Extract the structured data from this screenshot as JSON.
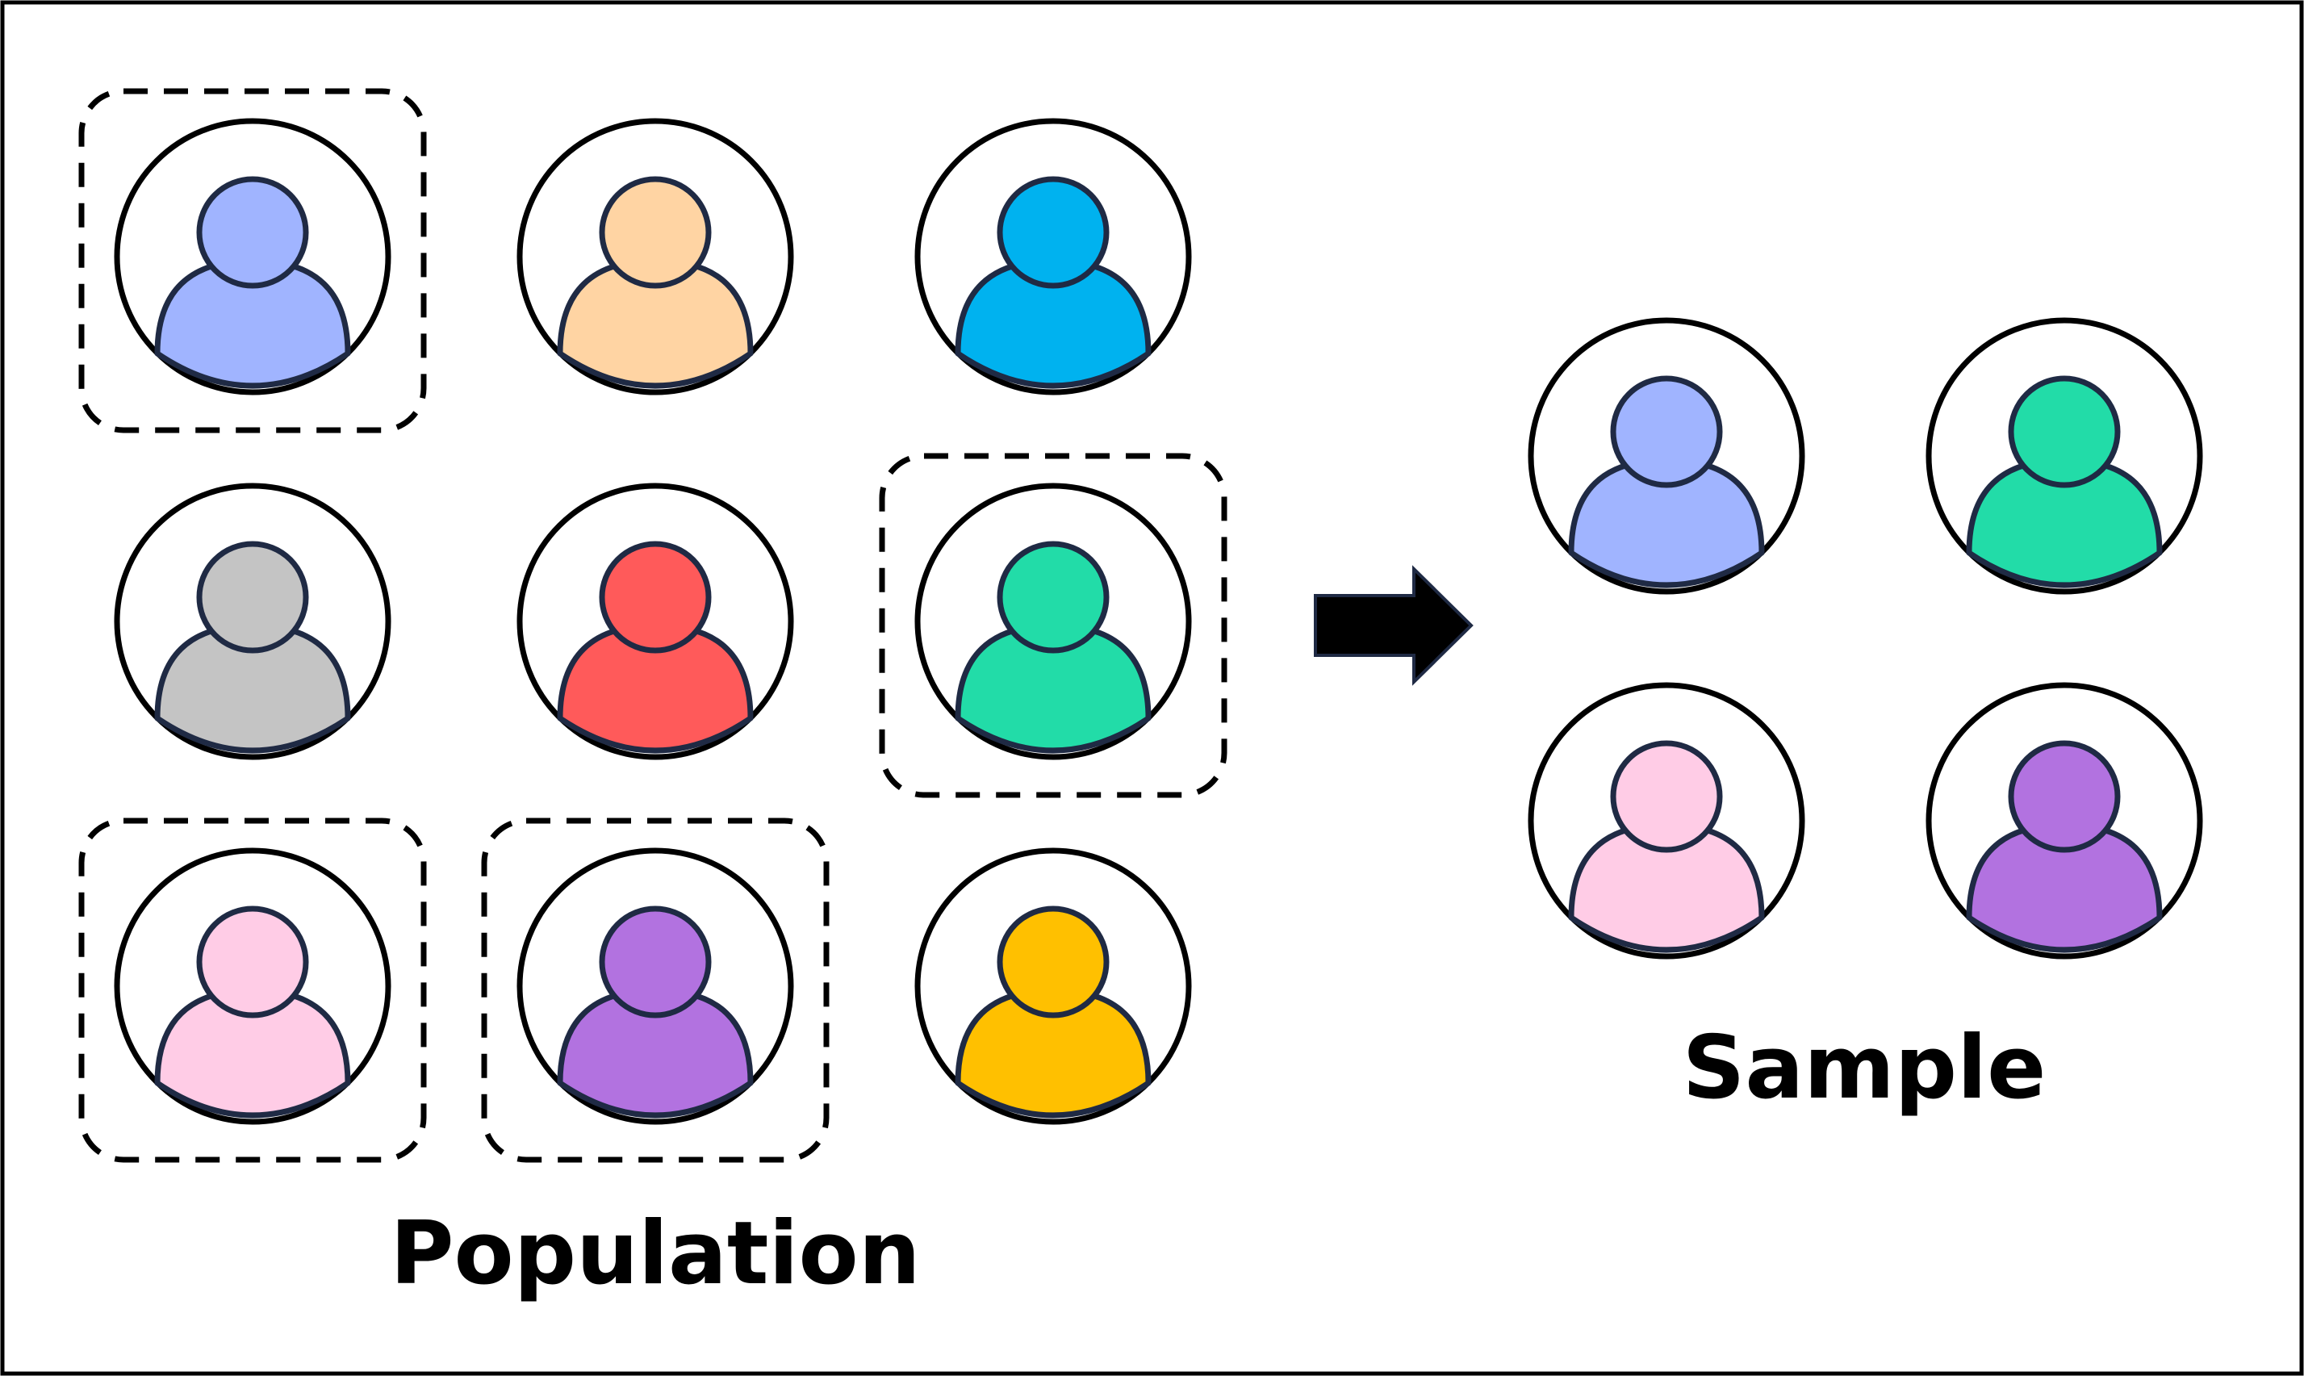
{
  "labels": {
    "population": "Population",
    "sample": "Sample"
  },
  "icons": {
    "person": "person-icon",
    "arrow": "right-arrow-icon",
    "selection": "dashed-selection-box"
  },
  "colors": {
    "outline": "#000000",
    "person_stroke": "#1f2a44",
    "background": "#ffffff"
  },
  "population": {
    "rows": [
      [
        {
          "color": "#a0b4ff",
          "selected": true
        },
        {
          "color": "#ffd4a3",
          "selected": false
        },
        {
          "color": "#00b2ef",
          "selected": false
        }
      ],
      [
        {
          "color": "#c4c4c4",
          "selected": false
        },
        {
          "color": "#ff5a5a",
          "selected": false
        },
        {
          "color": "#22dca8",
          "selected": true
        }
      ],
      [
        {
          "color": "#ffcce6",
          "selected": true
        },
        {
          "color": "#b272e0",
          "selected": true
        },
        {
          "color": "#ffc000",
          "selected": false
        }
      ]
    ]
  },
  "sample": {
    "rows": [
      [
        {
          "color": "#a0b4ff"
        },
        {
          "color": "#22dca8"
        }
      ],
      [
        {
          "color": "#ffcce6"
        },
        {
          "color": "#b272e0"
        }
      ]
    ]
  }
}
